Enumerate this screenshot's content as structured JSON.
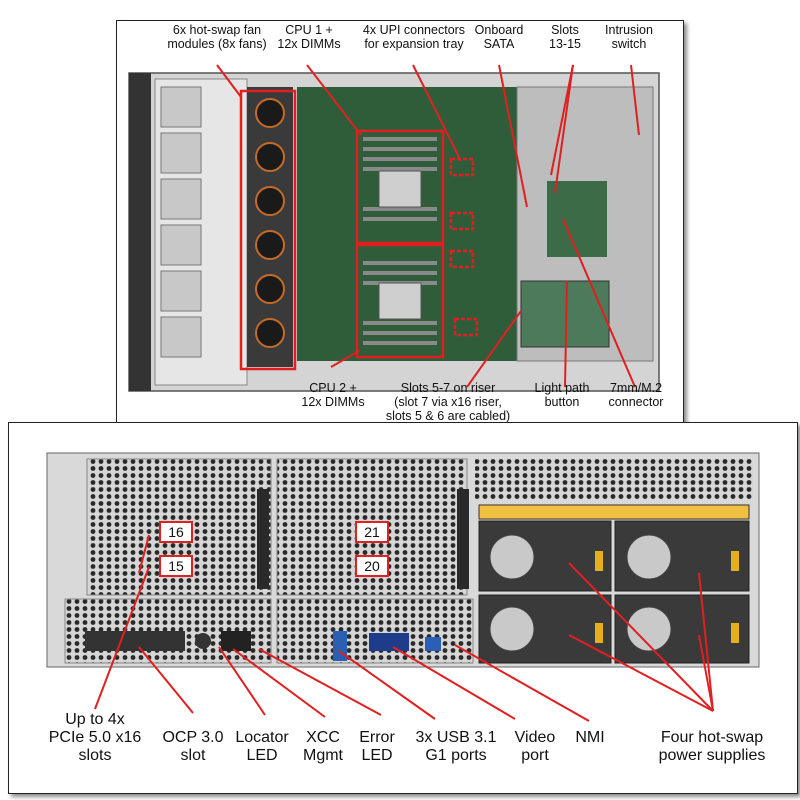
{
  "top": {
    "labels": [
      "6x hot-swap fan\nmodules (8x fans)",
      "CPU 1 +\n12x DIMMs",
      "4x UPI connectors\nfor expansion tray",
      "Onboard\nSATA",
      "Slots\n13-15",
      "Intrusion\nswitch",
      "CPU 2 +\n12x DIMMs",
      "Slots 5-7 on riser\n(slot 7 via x16 riser,\nslots 5 & 6 are cabled)",
      "Light path\nbutton",
      "7mm/M.2\nconnector"
    ]
  },
  "bottom": {
    "slot_numbers": [
      "16",
      "15",
      "21",
      "20"
    ],
    "labels": [
      "Up to 4x\nPCIe 5.0 x16\nslots",
      "OCP 3.0\nslot",
      "Locator\nLED",
      "XCC\nMgmt",
      "Error\nLED",
      "3x USB 3.1\nG1 ports",
      "Video\nport",
      "NMI",
      "Four hot-swap\npower supplies"
    ]
  },
  "colors": {
    "callout": "#e02020",
    "chassis": "#d9d9d9",
    "board": "#2f5d3a"
  }
}
